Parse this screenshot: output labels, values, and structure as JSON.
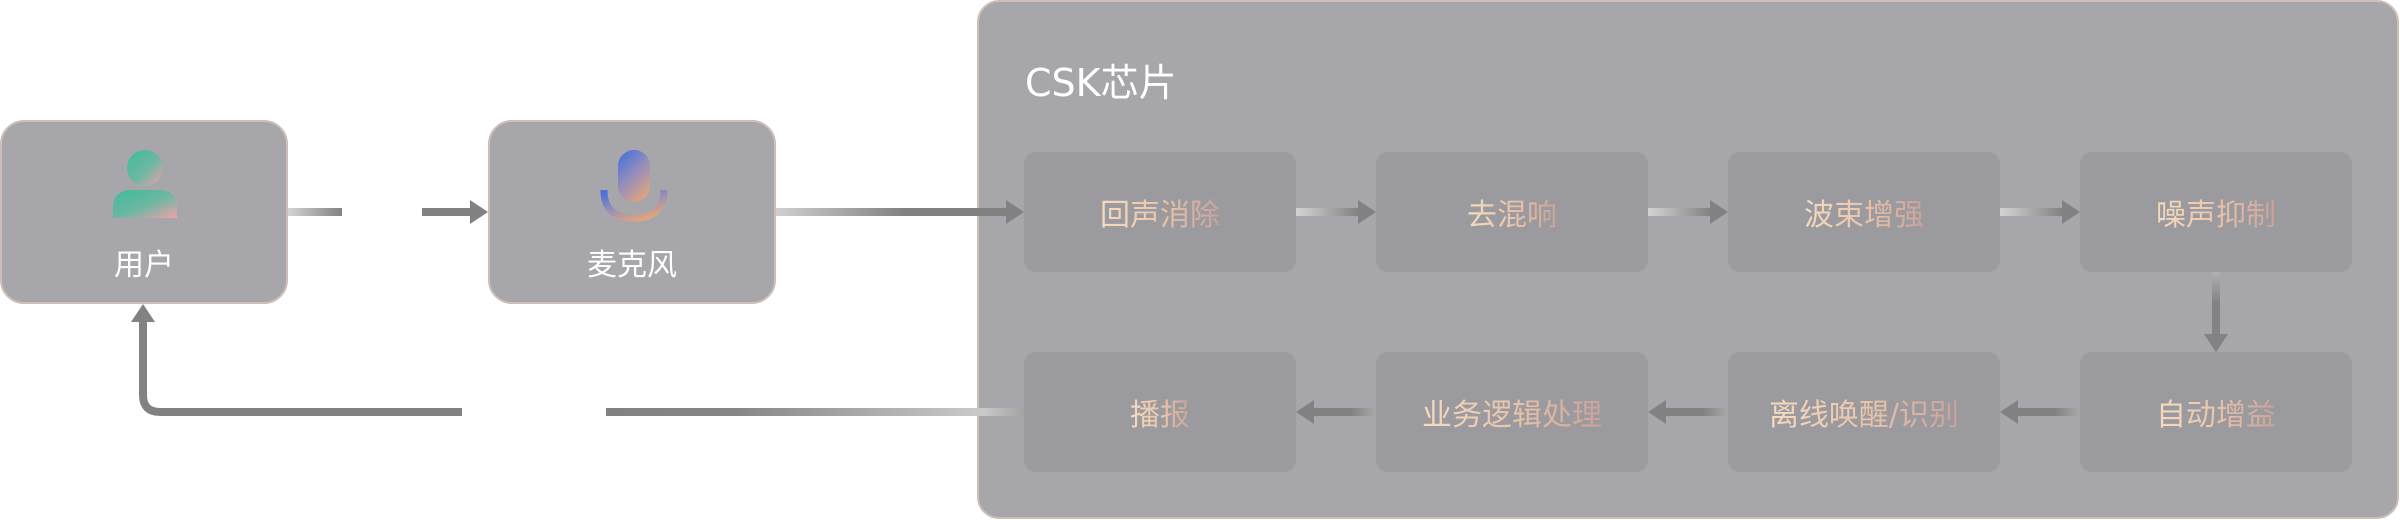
{
  "colors": {
    "node_bg": "#a7a6ab",
    "stage_bg": "#9b9a9f",
    "border": "#cdbfb3",
    "arrow": "#828282",
    "label_gradient": [
      "#f7dcc0",
      "#c9a198"
    ],
    "user_icon_gradient": [
      "#3dbb9c",
      "#f2a0aa"
    ],
    "mic_icon_gradient": [
      "#4a72d8",
      "#e4a77a"
    ]
  },
  "nodes": {
    "user": {
      "label": "用户",
      "icon": "user-icon"
    },
    "microphone": {
      "label": "麦克风",
      "icon": "microphone-icon"
    }
  },
  "chip": {
    "title": "CSK芯片",
    "stages_row1": [
      {
        "label": "回声消除"
      },
      {
        "label": "去混响"
      },
      {
        "label": "波束增强"
      },
      {
        "label": "噪声抑制"
      }
    ],
    "stages_row2": [
      {
        "label": "播报"
      },
      {
        "label": "业务逻辑处理"
      },
      {
        "label": "离线唤醒/识别"
      },
      {
        "label": "自动增益"
      }
    ]
  },
  "flow": [
    "用户 → 麦克风",
    "麦克风 → 回声消除",
    "回声消除 → 去混响",
    "去混响 → 波束增强",
    "波束增强 → 噪声抑制",
    "噪声抑制 → 自动增益",
    "自动增益 → 离线唤醒/识别",
    "离线唤醒/识别 → 业务逻辑处理",
    "业务逻辑处理 → 播报",
    "播报 → 用户"
  ]
}
